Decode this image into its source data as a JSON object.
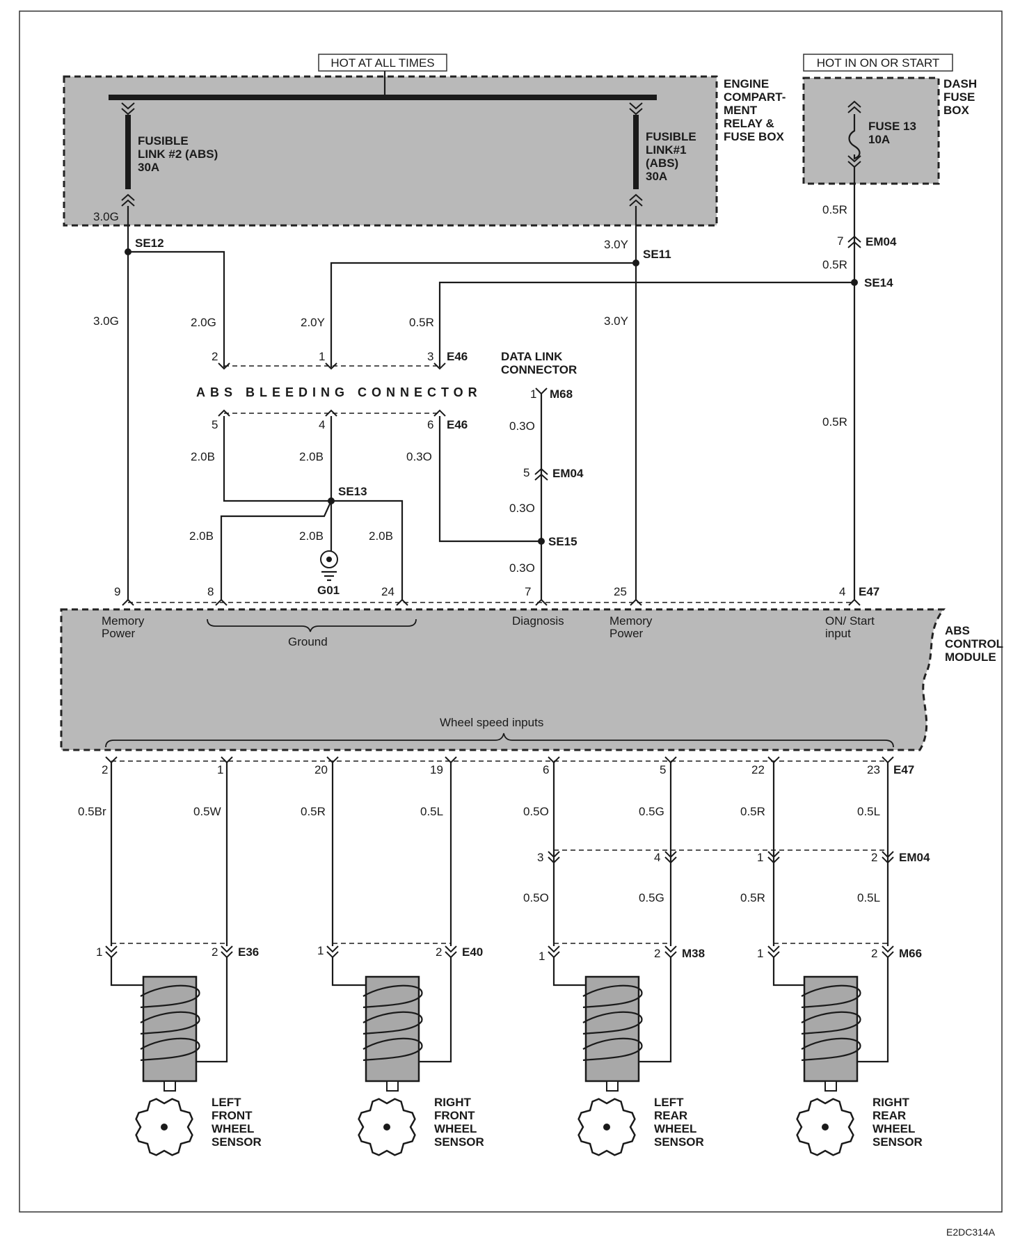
{
  "hot_labels": {
    "left": "HOT AT ALL TIMES",
    "right": "HOT IN ON OR START"
  },
  "engine_box": {
    "l1": "ENGINE",
    "l2": "COMPART-",
    "l3": "MENT",
    "l4": "RELAY &",
    "l5": "FUSE BOX"
  },
  "dash_box": {
    "l1": "DASH",
    "l2": "FUSE",
    "l3": "BOX"
  },
  "fusible2": {
    "l1": "FUSIBLE",
    "l2": "LINK #2 (ABS)",
    "l3": "30A"
  },
  "fusible1": {
    "l1": "FUSIBLE",
    "l2": "LINK#1",
    "l3": "(ABS)",
    "l4": "30A"
  },
  "fuse13": {
    "l1": "FUSE 13",
    "l2": "10A"
  },
  "wires": {
    "w30g_a": "3.0G",
    "w30g_b": "3.0G",
    "w20g": "2.0G",
    "w20y": "2.0Y",
    "w05r_top": "0.5R",
    "w30y_a": "3.0Y",
    "w30y_b": "3.0Y",
    "w05r_f1": "0.5R",
    "w05r_f2": "0.5R",
    "w05r_f3": "0.5R",
    "w20b_5": "2.0B",
    "w20b_4": "2.0B",
    "w03o_6": "0.3O",
    "w03o_m1": "0.3O",
    "w03o_m2": "0.3O",
    "w03o_m3": "0.3O",
    "w20b_8": "2.0B",
    "w20b_g": "2.0B",
    "w20b_24": "2.0B",
    "s1": "0.5Br",
    "s2": "0.5W",
    "s3": "0.5R",
    "s4": "0.5L",
    "s5": "0.5O",
    "s6": "0.5G",
    "s7": "0.5R",
    "s8": "0.5L",
    "s5b": "0.5O",
    "s6b": "0.5G",
    "s7b": "0.5R",
    "s8b": "0.5L"
  },
  "splices": {
    "se12": "SE12",
    "se11": "SE11",
    "se14": "SE14",
    "se13": "SE13",
    "se15": "SE15"
  },
  "connectors": {
    "em04": "EM04",
    "e46": "E46",
    "m68": "M68",
    "e47": "E47",
    "e36": "E36",
    "e40": "E40",
    "m38": "M38",
    "m66": "M66",
    "g01": "G01"
  },
  "pins": {
    "em04_top": "7",
    "abs_top": [
      "2",
      "1",
      "3"
    ],
    "abs_bot": [
      "5",
      "4",
      "6"
    ],
    "m68": "1",
    "em04_mid": "5",
    "module_top": [
      "9",
      "8",
      "24",
      "7",
      "25",
      "4"
    ],
    "module_bot": [
      "2",
      "1",
      "20",
      "19",
      "6",
      "5",
      "22",
      "23"
    ],
    "em04_bot": [
      "3",
      "4",
      "1",
      "2"
    ],
    "sensor_pins": [
      "1",
      "2"
    ]
  },
  "abs_bleeding": "ABS BLEEDING CONNECTOR",
  "dlc": {
    "l1": "DATA LINK",
    "l2": "CONNECTOR"
  },
  "module": {
    "title1": "ABS",
    "title2": "CONTROL",
    "title3": "MODULE",
    "memory_power": "Memory",
    "power": "Power",
    "ground": "Ground",
    "diagnosis": "Diagnosis",
    "memory_power2": "Memory",
    "power2": "Power",
    "on_start": "ON/ Start",
    "input": "input",
    "wheel_speed": "Wheel speed inputs"
  },
  "sensors": [
    {
      "l1": "LEFT",
      "l2": "FRONT",
      "l3": "WHEEL",
      "l4": "SENSOR"
    },
    {
      "l1": "RIGHT",
      "l2": "FRONT",
      "l3": "WHEEL",
      "l4": "SENSOR"
    },
    {
      "l1": "LEFT",
      "l2": "REAR",
      "l3": "WHEEL",
      "l4": "SENSOR"
    },
    {
      "l1": "RIGHT",
      "l2": "REAR",
      "l3": "WHEEL",
      "l4": "SENSOR"
    }
  ],
  "footer_code": "E2DC314A"
}
